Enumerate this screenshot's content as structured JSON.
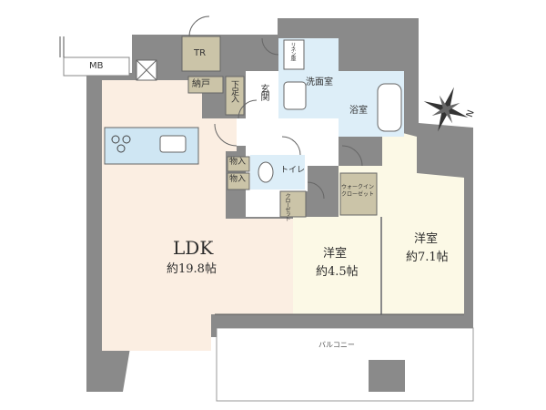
{
  "rooms": {
    "ldk": {
      "name": "LDK",
      "area": "約19.8帖"
    },
    "western_room_1": {
      "name": "洋室",
      "area": "約4.5帖"
    },
    "western_room_2": {
      "name": "洋室",
      "area": "約7.1帖"
    },
    "balcony": "バルコニー",
    "entrance": "玄関",
    "washroom": "洗面室",
    "bathroom": "浴室",
    "toilet": "トイレ",
    "walk_in_closet": "ウォークイン\nクローゼット",
    "closet": "クローゼット",
    "linen_storage": "リネン庫",
    "shoe_storage": "下足入",
    "storage_room": "納戸",
    "storage_1": "物入",
    "storage_2": "物入",
    "trunk_room": "TR",
    "meter_box": "MB"
  },
  "compass": {
    "label": "N",
    "icon": "compass-rose-icon"
  },
  "colors": {
    "ldk_floor": "#fbeee2",
    "bedroom_floor": "#fcf9e6",
    "wet_area": "#ddeef8",
    "storage": "#cbc4a8",
    "wall": "#8a8a8a",
    "kitchen_counter": "#cfe6f3"
  }
}
